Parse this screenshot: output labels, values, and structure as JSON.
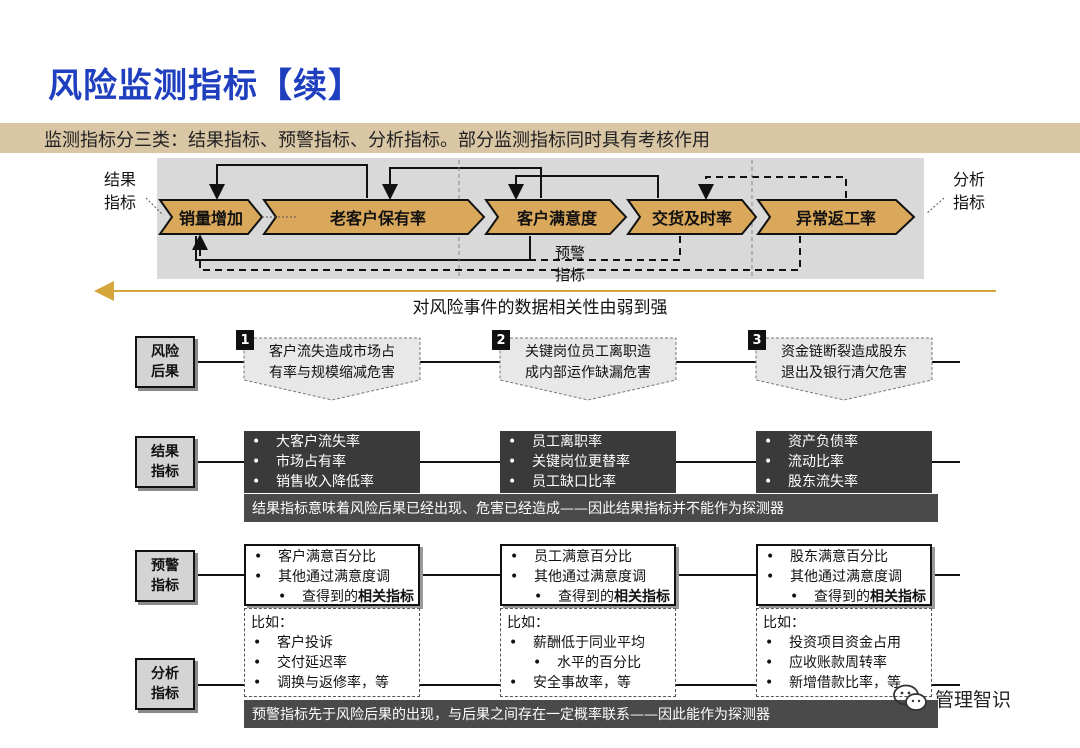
{
  "title": "风险监测指标【续】",
  "subtitle": "监测指标分三类：结果指标、预警指标、分析指标。部分监测指标同时具有考核作用",
  "flow": {
    "left_label": [
      "结果",
      "指标"
    ],
    "right_label": [
      "分析",
      "指标"
    ],
    "steps": [
      "销量增加",
      "老客户保有率",
      "客户满意度",
      "交货及时率",
      "异常返工率"
    ],
    "warning_label": [
      "预警",
      "指标"
    ]
  },
  "direction_text": "对风险事件的数据相关性由弱到强",
  "categories": {
    "risk": [
      "风险",
      "后果"
    ],
    "result": [
      "结果",
      "指标"
    ],
    "warning": [
      "预警",
      "指标"
    ],
    "analysis": [
      "分析",
      "指标"
    ]
  },
  "consequences": [
    {
      "num": "1",
      "lines": [
        "客户流失造成市场占",
        "有率与规模缩减危害"
      ]
    },
    {
      "num": "2",
      "lines": [
        "关键岗位员工离职造",
        "成内部运作缺漏危害"
      ]
    },
    {
      "num": "3",
      "lines": [
        "资金链断裂造成股东",
        "退出及银行清欠危害"
      ]
    }
  ],
  "result_indicators": [
    [
      "大客户流失率",
      "市场占有率",
      "销售收入降低率"
    ],
    [
      "员工离职率",
      "关键岗位更替率",
      "员工缺口比率"
    ],
    [
      "资产负债率",
      "流动比率",
      "股东流失率"
    ]
  ],
  "result_note": "结果指标意味着风险后果已经出现、危害已经造成——因此结果指标并不能作为探测器",
  "warning_indicators": [
    {
      "line1": "客户满意百分比",
      "line2": "其他通过满意度调",
      "line3_prefix": "查得到的",
      "line3_bold": "相关指标"
    },
    {
      "line1": "员工满意百分比",
      "line2": "其他通过满意度调",
      "line3_prefix": "查得到的",
      "line3_bold": "相关指标"
    },
    {
      "line1": "股东满意百分比",
      "line2": "其他通过满意度调",
      "line3_prefix": "查得到的",
      "line3_bold": "相关指标"
    }
  ],
  "example_label": "比如：",
  "analysis_indicators": [
    [
      "客户投诉",
      "交付延迟率",
      "调换与返修率，等"
    ],
    [
      "薪酬低于同业平均",
      "水平的百分比",
      "安全事故率，等"
    ],
    [
      "投资项目资金占用",
      "应收账款周转率",
      "新增借款比率，等"
    ]
  ],
  "warning_note": "预警指标先于风险后果的出现，与后果之间存在一定概率联系——因此能作为探测器",
  "watermark": "管理智识",
  "colors": {
    "title": "#1f3fbf",
    "subtitle_bar": "#d8c6a5",
    "chevron": "#d9a85a",
    "dark_box": "#3a3a3a",
    "direction_arrow": "#d4a63c"
  }
}
